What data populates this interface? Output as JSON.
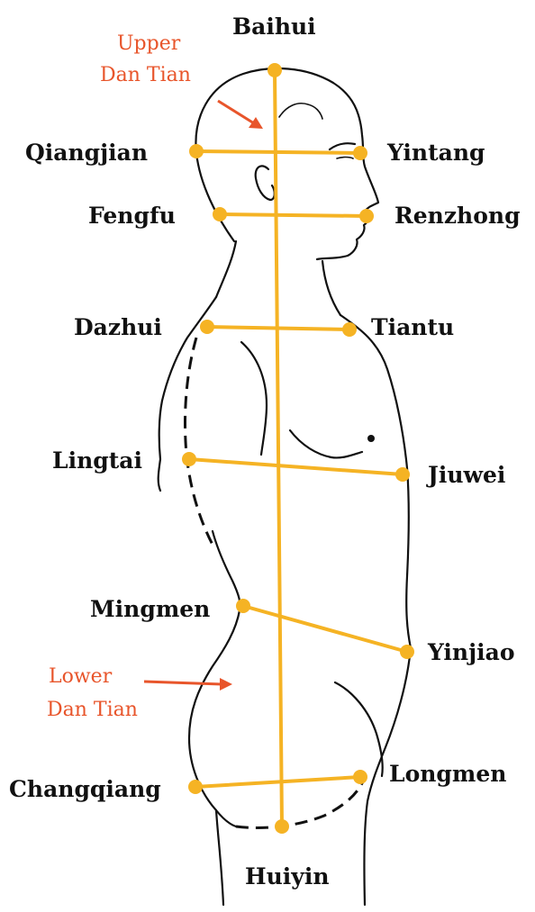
{
  "colors": {
    "point": "#f5b324",
    "line": "#f5b324",
    "annotation": "#e8552b",
    "outline": "#111111"
  },
  "points": {
    "baihui": "Baihui",
    "qiangjian": "Qiangjian",
    "yintang": "Yintang",
    "fengfu": "Fengfu",
    "renzhong": "Renzhong",
    "dazhui": "Dazhui",
    "tiantu": "Tiantu",
    "lingtai": "Lingtai",
    "jiuwei": "Jiuwei",
    "mingmen": "Mingmen",
    "yinjiao": "Yinjiao",
    "changqiang": "Changqiang",
    "longmen": "Longmen",
    "huiyin": "Huiyin"
  },
  "annotations": {
    "upper_dan_tian_line1": "Upper",
    "upper_dan_tian_line2": "Dan Tian",
    "lower_dan_tian_line1": "Lower",
    "lower_dan_tian_line2": "Dan Tian"
  }
}
